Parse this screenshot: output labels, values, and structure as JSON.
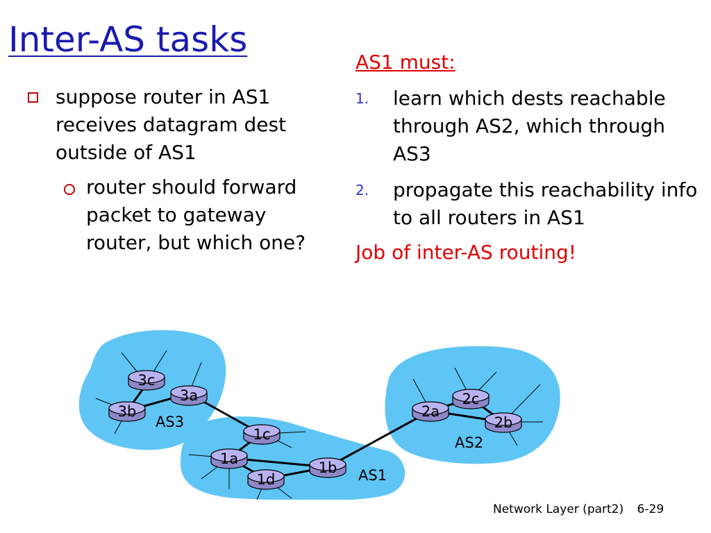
{
  "slide": {
    "title": "Inter-AS tasks",
    "left": {
      "bullet": "suppose router in AS1 receives datagram dest outside of AS1",
      "sub_bullet": "router should forward packet to gateway router, but which one?"
    },
    "right": {
      "heading": "AS1 must:",
      "steps": [
        {
          "number": "1.",
          "text": "learn which dests reachable through AS2, which through AS3"
        },
        {
          "number": "2.",
          "text": "propagate this reachability info to all routers in AS1"
        }
      ],
      "conclusion": "Job of inter-AS routing!"
    },
    "footer": {
      "course": "Network Layer (part2)",
      "page": "6-29"
    }
  },
  "diagram": {
    "routers": {
      "r3c": "3c",
      "r3a": "3a",
      "r3b": "3b",
      "r1c": "1c",
      "r1a": "1a",
      "r1d": "1d",
      "r1b": "1b",
      "r2a": "2a",
      "r2c": "2c",
      "r2b": "2b"
    },
    "as_labels": {
      "as1": "AS1",
      "as2": "AS2",
      "as3": "AS3"
    }
  },
  "colors": {
    "title": "#1a1ab0",
    "accent_red": "#e00000",
    "as_cloud_fill": "#5fc5f5",
    "router_fill": "#b8b3f0"
  }
}
